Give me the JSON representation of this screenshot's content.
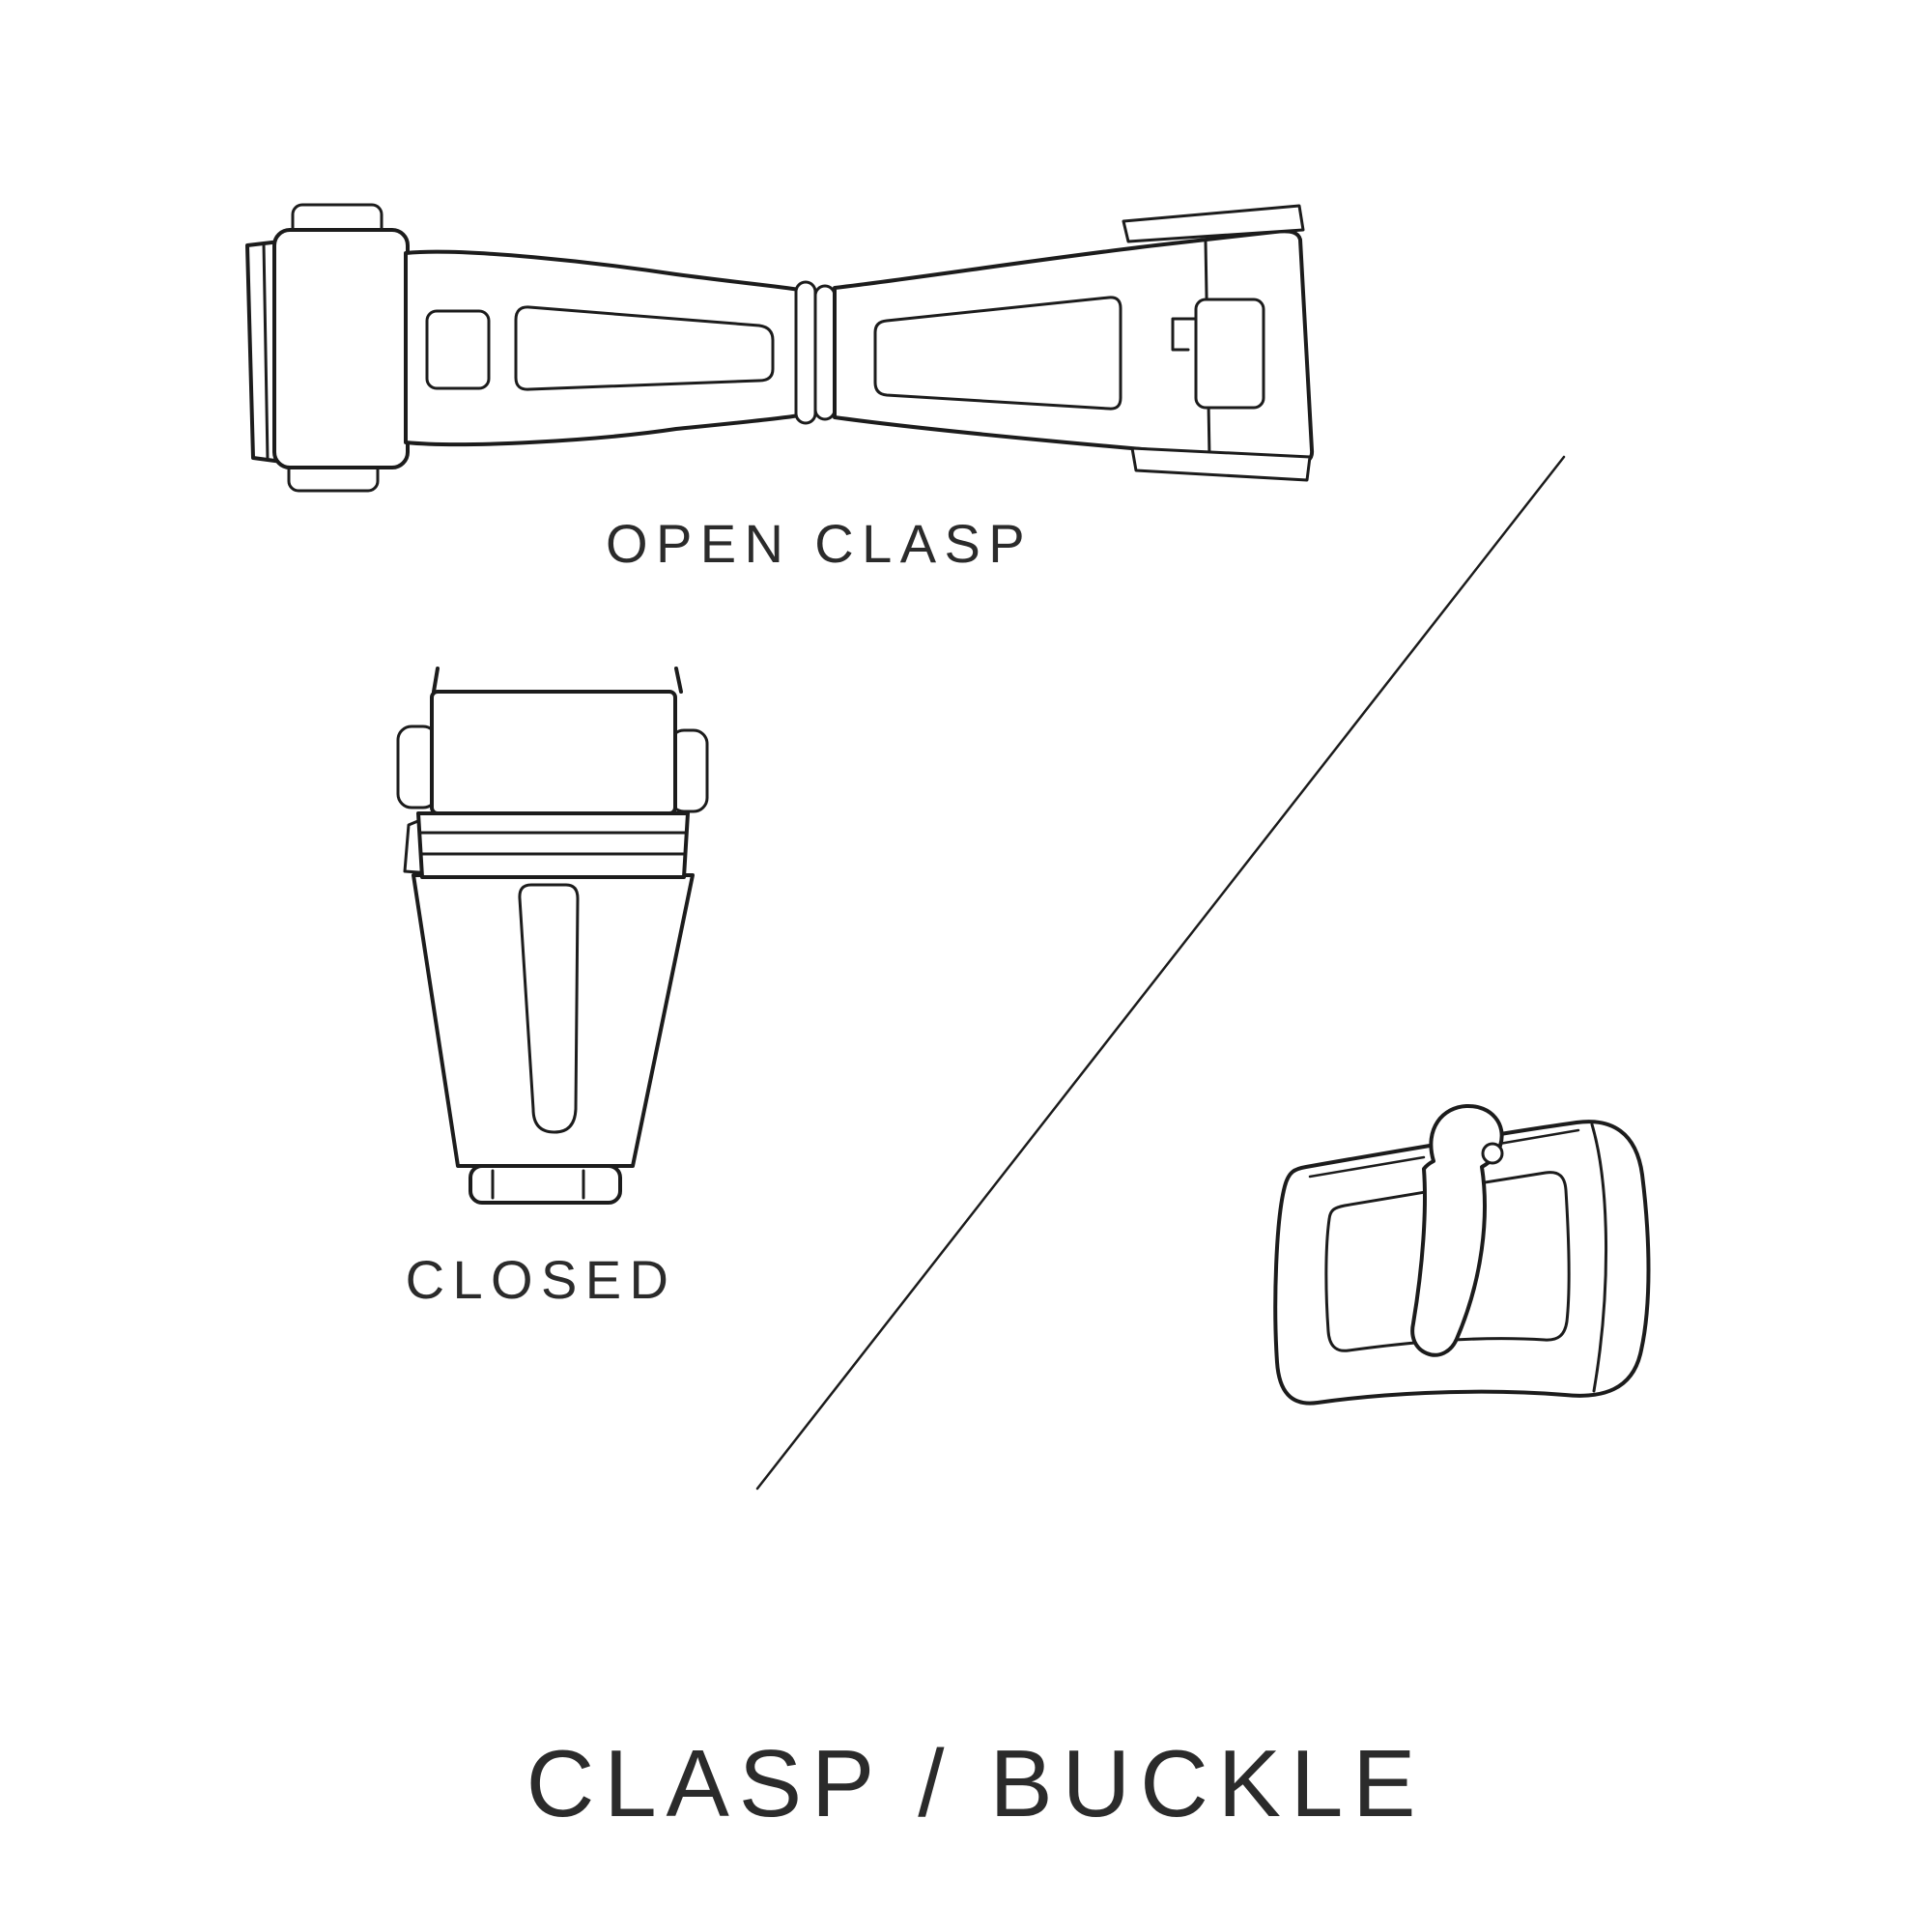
{
  "colors": {
    "background": "#ffffff",
    "line": "#1c1c1c",
    "text": "#2b2b2b"
  },
  "labels": {
    "open_clasp": "OPEN CLASP",
    "closed": "CLOSED",
    "title": "CLASP / BUCKLE"
  }
}
